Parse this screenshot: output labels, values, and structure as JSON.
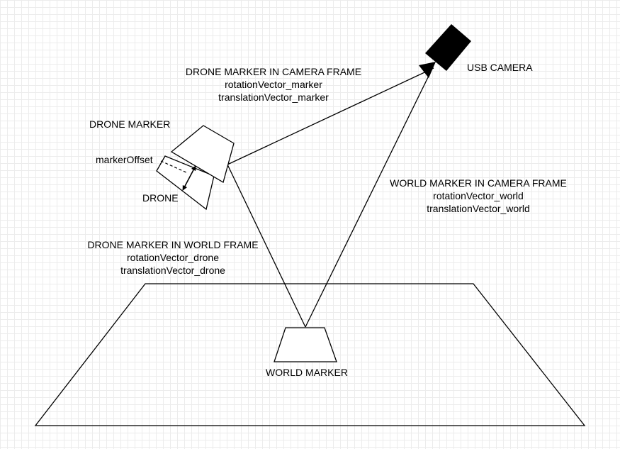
{
  "labels": {
    "drone_marker_in_camera_frame": {
      "title": "DRONE MARKER IN CAMERA FRAME",
      "rotation": "rotationVector_marker",
      "translation": "translationVector_marker"
    },
    "usb_camera": "USB CAMERA",
    "drone_marker": "DRONE MARKER",
    "marker_offset": "markerOffset",
    "drone": "DRONE",
    "world_marker_in_camera_frame": {
      "title": "WORLD MARKER IN CAMERA FRAME",
      "rotation": "rotationVector_world",
      "translation": "translationVector_world"
    },
    "drone_marker_in_world_frame": {
      "title": "DRONE MARKER IN WORLD FRAME",
      "rotation": "rotationVector_drone",
      "translation": "translationVector_drone"
    },
    "world_marker": "WORLD MARKER"
  },
  "colors": {
    "stroke": "#000000",
    "grid": "#ececec",
    "background": "#ffffff"
  },
  "icons": {
    "camera": "camera-icon"
  }
}
